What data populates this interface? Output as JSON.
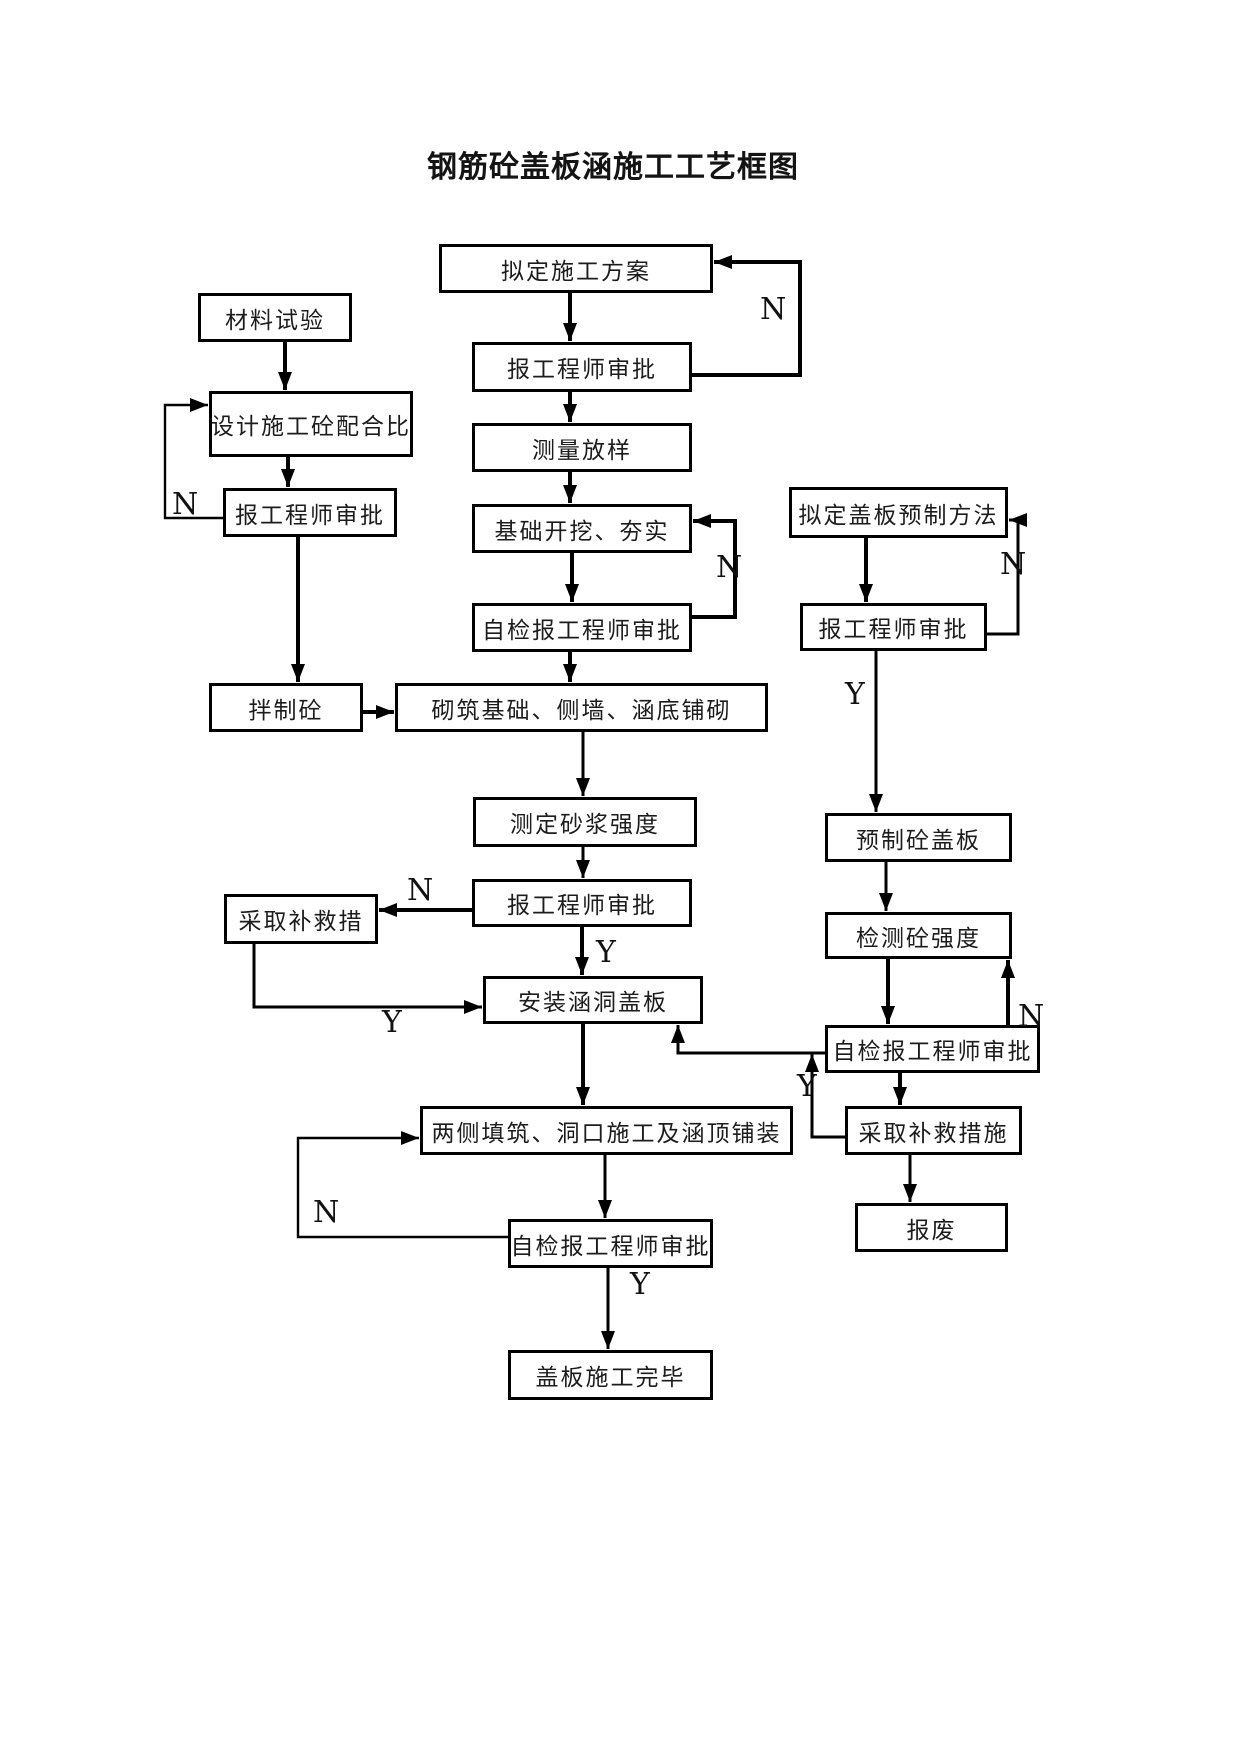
{
  "title": "钢筋砼盖板涵施工工艺框图",
  "nodes": [
    {
      "id": "draft-plan",
      "label": "拟定施工方案"
    },
    {
      "id": "material-test",
      "label": "材料试验"
    },
    {
      "id": "engineer-approval-1",
      "label": "报工程师审批"
    },
    {
      "id": "design-mix-ratio",
      "label": "设计施工砼配合比"
    },
    {
      "id": "survey-layout",
      "label": "测量放样"
    },
    {
      "id": "engineer-approval-2",
      "label": "报工程师审批"
    },
    {
      "id": "excavate-compact",
      "label": "基础开挖、夯实"
    },
    {
      "id": "self-check-approval-1",
      "label": "自检报工程师审批"
    },
    {
      "id": "mix-concrete",
      "label": "拌制砼"
    },
    {
      "id": "masonry-base",
      "label": "砌筑基础、侧墙、涵底铺砌"
    },
    {
      "id": "slab-precast-method",
      "label": "拟定盖板预制方法"
    },
    {
      "id": "engineer-approval-3",
      "label": "报工程师审批"
    },
    {
      "id": "mortar-strength",
      "label": "测定砂浆强度"
    },
    {
      "id": "engineer-approval-4",
      "label": "报工程师审批"
    },
    {
      "id": "remedial-measures-1",
      "label": "采取补救措"
    },
    {
      "id": "precast-slab",
      "label": "预制砼盖板"
    },
    {
      "id": "install-slab",
      "label": "安装涵洞盖板"
    },
    {
      "id": "check-strength",
      "label": "检测砼强度"
    },
    {
      "id": "self-check-approval-2",
      "label": "自检报工程师审批"
    },
    {
      "id": "backfill-paving",
      "label": "两侧填筑、洞口施工及涵顶铺装"
    },
    {
      "id": "remedial-measures-2",
      "label": "采取补救措施"
    },
    {
      "id": "self-check-approval-3",
      "label": "自检报工程师审批"
    },
    {
      "id": "scrap",
      "label": "报废"
    },
    {
      "id": "complete",
      "label": "盖板施工完毕"
    }
  ],
  "edge_labels": [
    {
      "text": "N"
    },
    {
      "text": "N"
    },
    {
      "text": "N"
    },
    {
      "text": "N"
    },
    {
      "text": "N"
    },
    {
      "text": "N"
    },
    {
      "text": "N"
    },
    {
      "text": "Y"
    },
    {
      "text": "Y"
    },
    {
      "text": "Y"
    },
    {
      "text": "Y"
    },
    {
      "text": "Y"
    }
  ],
  "edges": [
    {
      "from": "draft-plan",
      "to": "engineer-approval-1",
      "label": ""
    },
    {
      "from": "engineer-approval-1",
      "to": "draft-plan",
      "label": "N"
    },
    {
      "from": "engineer-approval-1",
      "to": "survey-layout",
      "label": ""
    },
    {
      "from": "survey-layout",
      "to": "excavate-compact",
      "label": ""
    },
    {
      "from": "excavate-compact",
      "to": "self-check-approval-1",
      "label": ""
    },
    {
      "from": "self-check-approval-1",
      "to": "excavate-compact",
      "label": "N"
    },
    {
      "from": "self-check-approval-1",
      "to": "masonry-base",
      "label": ""
    },
    {
      "from": "material-test",
      "to": "design-mix-ratio",
      "label": ""
    },
    {
      "from": "design-mix-ratio",
      "to": "engineer-approval-2",
      "label": ""
    },
    {
      "from": "engineer-approval-2",
      "to": "design-mix-ratio",
      "label": "N"
    },
    {
      "from": "engineer-approval-2",
      "to": "mix-concrete",
      "label": ""
    },
    {
      "from": "mix-concrete",
      "to": "masonry-base",
      "label": ""
    },
    {
      "from": "masonry-base",
      "to": "mortar-strength",
      "label": ""
    },
    {
      "from": "mortar-strength",
      "to": "engineer-approval-4",
      "label": ""
    },
    {
      "from": "engineer-approval-4",
      "to": "remedial-measures-1",
      "label": "N"
    },
    {
      "from": "remedial-measures-1",
      "to": "install-slab",
      "label": "Y"
    },
    {
      "from": "engineer-approval-4",
      "to": "install-slab",
      "label": "Y"
    },
    {
      "from": "install-slab",
      "to": "backfill-paving",
      "label": ""
    },
    {
      "from": "backfill-paving",
      "to": "self-check-approval-3",
      "label": ""
    },
    {
      "from": "self-check-approval-3",
      "to": "backfill-paving",
      "label": "N"
    },
    {
      "from": "self-check-approval-3",
      "to": "complete",
      "label": "Y"
    },
    {
      "from": "slab-precast-method",
      "to": "engineer-approval-3",
      "label": ""
    },
    {
      "from": "engineer-approval-3",
      "to": "slab-precast-method",
      "label": "N"
    },
    {
      "from": "engineer-approval-3",
      "to": "precast-slab",
      "label": "Y"
    },
    {
      "from": "precast-slab",
      "to": "check-strength",
      "label": ""
    },
    {
      "from": "check-strength",
      "to": "self-check-approval-2",
      "label": ""
    },
    {
      "from": "self-check-approval-2",
      "to": "check-strength",
      "label": "N"
    },
    {
      "from": "self-check-approval-2",
      "to": "remedial-measures-2",
      "label": ""
    },
    {
      "from": "self-check-approval-2",
      "to": "install-slab",
      "label": "Y"
    },
    {
      "from": "remedial-measures-2",
      "to": "scrap",
      "label": ""
    },
    {
      "from": "remedial-measures-2",
      "to": "install-slab",
      "label": ""
    }
  ]
}
